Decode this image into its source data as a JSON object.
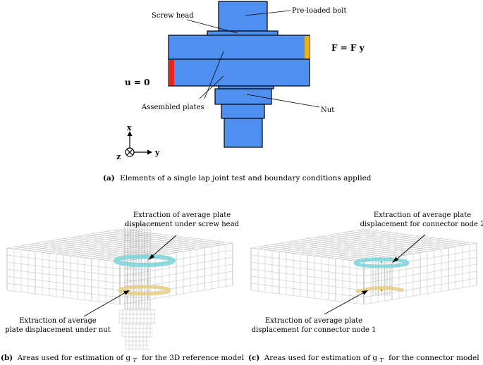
{
  "panel_a": {
    "labels": {
      "screw_head": "Screw head",
      "bolt": "Pre-loaded bolt",
      "force": "F = F y",
      "u0": "u = 0",
      "plates": "Assembled plates",
      "nut": "Nut"
    },
    "axes": {
      "x": "x",
      "y": "y",
      "z": "z"
    },
    "caption_tag": "(a)",
    "caption_text": "Elements of a single lap joint test and boundary conditions applied",
    "colors": {
      "body": "#4f8ff0",
      "force_bc": "#f0b21a",
      "fixed_bc": "#e8231b"
    }
  },
  "panel_b": {
    "top_label_1": "Extraction of average plate",
    "top_label_2": "displacement under screw head",
    "bottom_label_1": "Extraction of average",
    "bottom_label_2": "plate displacement under nut",
    "caption_tag": "(b)",
    "caption_text": "Areas used for estimation of g",
    "caption_sub": "T",
    "caption_tail": "for the 3D reference model",
    "colors": {
      "top_ring": "#7fd6dc",
      "bottom_ring": "#e6cf8a"
    }
  },
  "panel_c": {
    "top_label_1": "Extraction of average plate",
    "top_label_2": "displacement for connector node 2",
    "bottom_label_1": "Extraction of average plate",
    "bottom_label_2": "displacement for connector node 1",
    "caption_tag": "(c)",
    "caption_text": "Areas used for estimation of g",
    "caption_sub": "T",
    "caption_tail": "for the connector model",
    "colors": {
      "top_ring": "#7fd6dc",
      "bottom_ring": "#e6cf8a"
    }
  }
}
